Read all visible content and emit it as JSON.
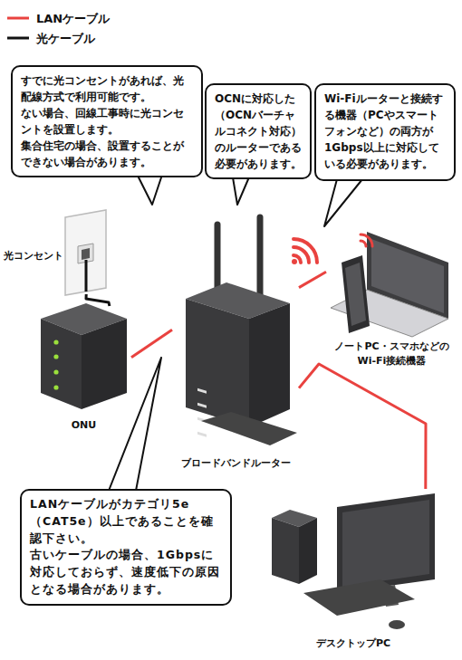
{
  "diagram": {
    "nodes": [
      {
        "text": [
          "すでに光コンセントがあれば、光配線方式で利用可能です。",
          "ない場合、回線工事時に光コンセントを設置します。",
          "集合住宅の場合、設置することができない場合があります。"
        ]
      },
      {
        "text": [
          "OCNに対応した（OCNバーチャルコネクト対応）のルーターである必要があります。"
        ]
      },
      {
        "text": [
          "Wi-Fiルーターと接続する機器（PCやスマートフォンなど）の両方が1Gbps以上に対応している必要があります。"
        ]
      },
      {
        "text": [
          "光コンセント"
        ]
      },
      {
        "text": [
          "ノートPC・スマホなどの Wi-Fi接続機器"
        ]
      },
      {
        "text": [
          "ONU"
        ]
      },
      {
        "text": [
          "ブロードバンドルーター"
        ]
      },
      {
        "text": [
          "LANケーブルがカテゴリ5e（CAT5e）以上であることを確認下さい。",
          "古いケーブルの場合、1Gbpsに対応しておらず、速度低下の原因となる場合があります。"
        ]
      },
      {
        "text": [
          "デスクトップPC"
        ]
      }
    ],
    "edges": [
      {
        "from": 3,
        "to": 5,
        "arrow": "none"
      },
      {
        "from": 5,
        "to": 6,
        "arrow": "none"
      },
      {
        "from": 6,
        "to": 4,
        "arrow": "none"
      },
      {
        "from": 6,
        "to": 8,
        "arrow": "none"
      }
    ],
    "legend": [
      {
        "text": "LANケーブル"
      },
      {
        "text": "光ケーブル"
      }
    ]
  }
}
